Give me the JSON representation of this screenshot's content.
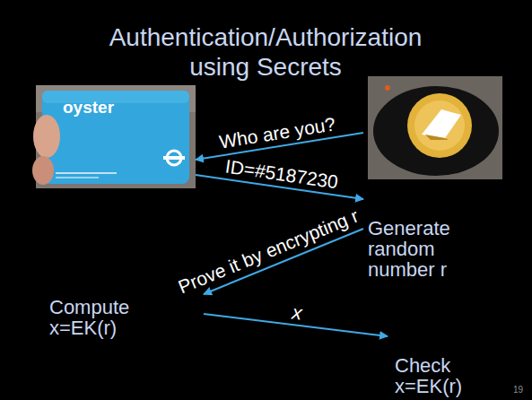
{
  "diagram": {
    "title": "Authentication/Authorization using Secrets",
    "nodes": [
      {
        "text": [
          "oyster"
        ]
      },
      {
        "text": [
          "Generate random number r"
        ]
      },
      {
        "text": [
          "Compute x=EK(r)"
        ]
      },
      {
        "text": [
          "Check x=EK(r)"
        ]
      }
    ],
    "edges": [
      {
        "from": 1,
        "to": 0,
        "arrow": "to",
        "label": "Who are you?"
      },
      {
        "from": 0,
        "to": 1,
        "arrow": "to",
        "label": "ID=#5187230"
      },
      {
        "from": 1,
        "to": 2,
        "arrow": "to",
        "label": "Prove it by encrypting r"
      },
      {
        "from": 2,
        "to": 3,
        "arrow": "to",
        "label": "x"
      }
    ],
    "labels": [
      "19"
    ]
  }
}
